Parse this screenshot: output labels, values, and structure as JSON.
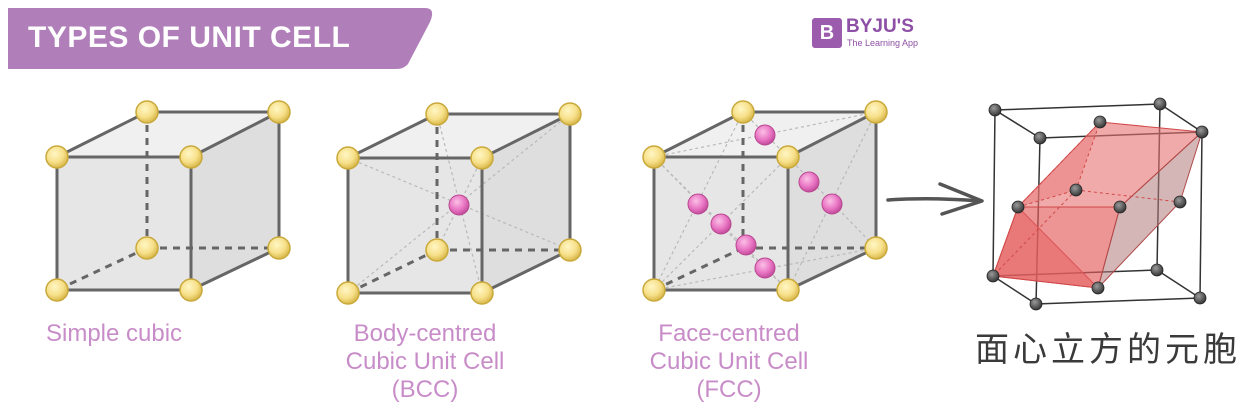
{
  "header": {
    "title": "TYPES OF UNIT CELL"
  },
  "logo": {
    "mark": "B",
    "name": "BYJU'S",
    "tagline": "The Learning App"
  },
  "cells": [
    {
      "lines": [
        "Simple cubic"
      ]
    },
    {
      "lines": [
        "Body-centred",
        "Cubic Unit Cell",
        "(BCC)"
      ]
    },
    {
      "lines": [
        "Face-centred",
        "Cubic Unit Cell",
        "(FCC)"
      ]
    }
  ],
  "annotation": {
    "text": "面心立方的元胞"
  },
  "colors": {
    "banner": "#b07fba",
    "corner_atom": "#f7e08a",
    "center_atom": "#e976c4",
    "caption": "#c88dc8",
    "primitive_cell": "#e86b6b"
  }
}
